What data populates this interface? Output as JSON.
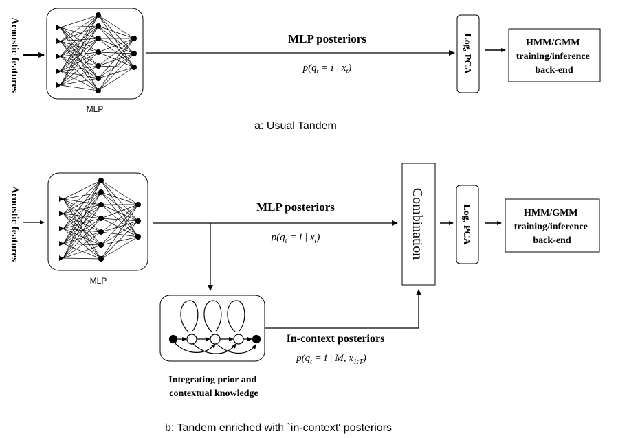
{
  "panel_a": {
    "input_label": "Acoustic features",
    "mlp_label": "MLP",
    "posteriors_label": "MLP posteriors",
    "posteriors_formula": {
      "prefix": "p(q",
      "sub1": "t",
      "mid": " = i | x",
      "sub2": "t",
      "suffix": ")"
    },
    "logpca_label": "Log, PCA",
    "backend_lines": [
      "HMM/GMM",
      "training/inference",
      "back-end"
    ],
    "caption": "a: Usual Tandem"
  },
  "panel_b": {
    "input_label": "Acoustic features",
    "mlp_label": "MLP",
    "posteriors_label": "MLP posteriors",
    "posteriors_formula": {
      "prefix": "p(q",
      "sub1": "t",
      "mid": " = i | x",
      "sub2": "t",
      "suffix": ")"
    },
    "combination_label": "Combination",
    "logpca_label": "Log, PCA",
    "backend_lines": [
      "HMM/GMM",
      "training/inference",
      "back-end"
    ],
    "incontext_label": "In-context posteriors",
    "incontext_formula": {
      "prefix": "p(q",
      "sub1": "t",
      "mid": " = i | M, x",
      "sub2": "1:T",
      "suffix": ")"
    },
    "hmm_caption_lines": [
      "Integrating prior and",
      "contextual knowledge"
    ],
    "caption": "b: Tandem enriched with `in-context' posteriors"
  },
  "colors": {
    "stroke": "#000000",
    "background": "#ffffff"
  }
}
